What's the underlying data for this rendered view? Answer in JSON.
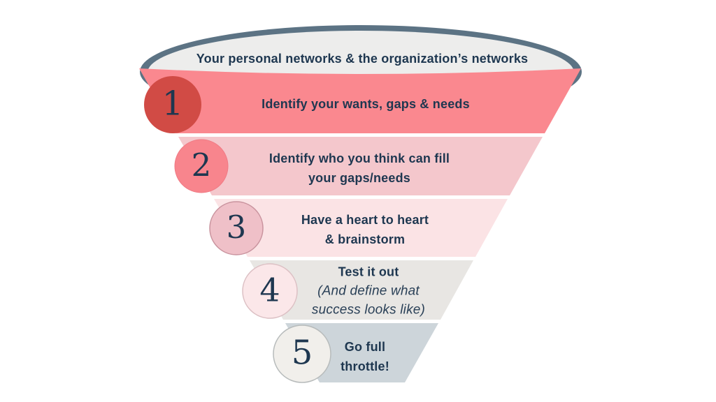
{
  "diagram": {
    "title_region": {
      "label": "Your personal networks & the organization’s networks",
      "fill_color": "#ededec",
      "rim_color": "#5c7384"
    },
    "levels": [
      {
        "number": "1",
        "lines": [
          "Identify your wants, gaps & needs"
        ],
        "band_color": "#fa888f",
        "circle_fill": "#d14b45",
        "circle_stroke": "#d14b45"
      },
      {
        "number": "2",
        "lines": [
          "Identify who you think can fill",
          "your gaps/needs"
        ],
        "band_color": "#f4c7cc",
        "circle_fill": "#f8858d",
        "circle_stroke": "#ef7983"
      },
      {
        "number": "3",
        "lines": [
          "Have a heart to heart",
          "& brainstorm"
        ],
        "band_color": "#fbe3e5",
        "circle_fill": "#efc0c8",
        "circle_stroke": "#c9939e"
      },
      {
        "number": "4",
        "lines": [
          "Test it out"
        ],
        "sub_lines": [
          "(And define what",
          "success looks like)"
        ],
        "band_color": "#e8e6e3",
        "circle_fill": "#fbe7e9",
        "circle_stroke": "#dcc0c4"
      },
      {
        "number": "5",
        "lines": [
          "Go full",
          "throttle!"
        ],
        "band_color": "#cdd5da",
        "circle_fill": "#f1efeb",
        "circle_stroke": "#b7bbbb"
      }
    ],
    "text_color": "#1e3750",
    "number_color": "#1e3750",
    "background_color": "#ffffff"
  }
}
